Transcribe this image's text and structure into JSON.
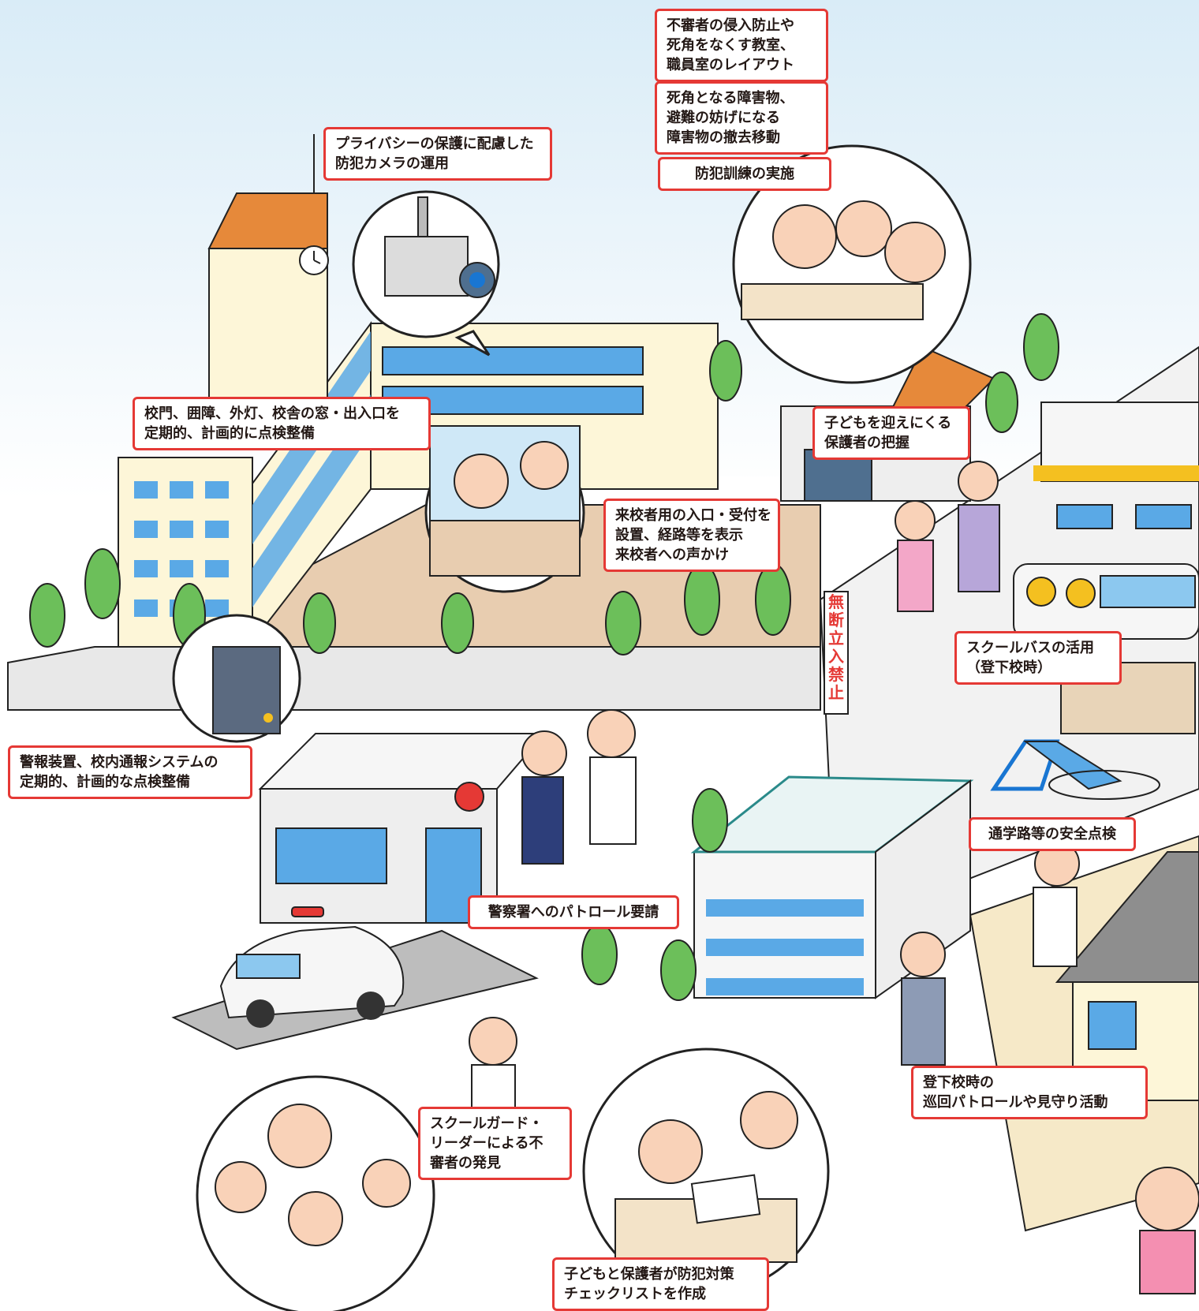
{
  "sign_text": "無断立入禁止",
  "colors": {
    "label_border": "#e53935",
    "sky": "#d9ecf7",
    "building_wall": "#fdf6d8",
    "window": "#5aa9e6",
    "ground": "#e8cdb0",
    "tree": "#6cbf5a",
    "road": "#e8e8e8"
  },
  "labels": {
    "camera": [
      "プライバシーの保護に配慮した",
      "防犯カメラの運用"
    ],
    "layout": [
      "不審者の侵入防止や",
      "死角をなくす教室、",
      "職員室のレイアウト"
    ],
    "obstacles": [
      "死角となる障害物、",
      "避難の妨げになる",
      "障害物の撤去移動"
    ],
    "drill": [
      "防犯訓練の実施"
    ],
    "gate_check": [
      "校門、囲障、外灯、校舎の窓・出入口を",
      "定期的、計画的に点検整備"
    ],
    "parents_pickup": [
      "子どもを迎えにくる",
      "保護者の把握"
    ],
    "visitor_entrance": [
      "来校者用の入口・受付を",
      "設置、経路等を表示",
      "来校者への声かけ"
    ],
    "school_bus": [
      "スクールバスの活用",
      "（登下校時）"
    ],
    "alarm": [
      "警報装置、校内通報システムの",
      "定期的、計画的な点検整備"
    ],
    "police_patrol": [
      "警察署へのパトロール要請"
    ],
    "route_check": [
      "通学路等の安全点検"
    ],
    "school_guard": [
      "スクールガード・",
      "リーダーによる不",
      "審者の発見"
    ],
    "commute_patrol": [
      "登下校時の",
      "巡回パトロールや見守り活動"
    ],
    "checklist": [
      "子どもと保護者が防犯対策",
      "チェックリストを作成"
    ]
  }
}
